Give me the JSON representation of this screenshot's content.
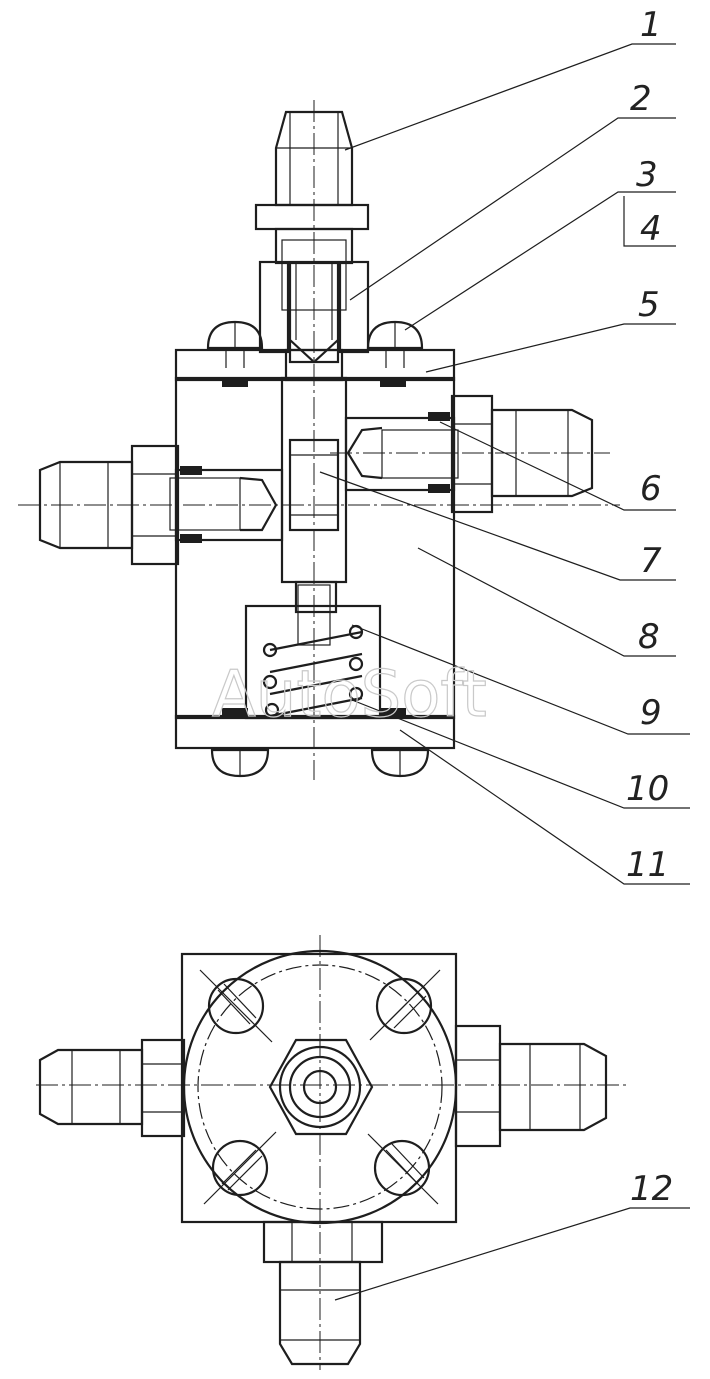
{
  "callouts": [
    {
      "label": "1"
    },
    {
      "label": "2"
    },
    {
      "label": "3"
    },
    {
      "label": "4"
    },
    {
      "label": "5"
    },
    {
      "label": "6"
    },
    {
      "label": "7"
    },
    {
      "label": "8"
    },
    {
      "label": "9"
    },
    {
      "label": "10"
    },
    {
      "label": "11"
    },
    {
      "label": "12"
    }
  ],
  "watermark": "AutoSoft",
  "colors": {
    "ink": "#1e1e1e",
    "paper": "#ffffff",
    "watermark": "#c9c9c9"
  }
}
